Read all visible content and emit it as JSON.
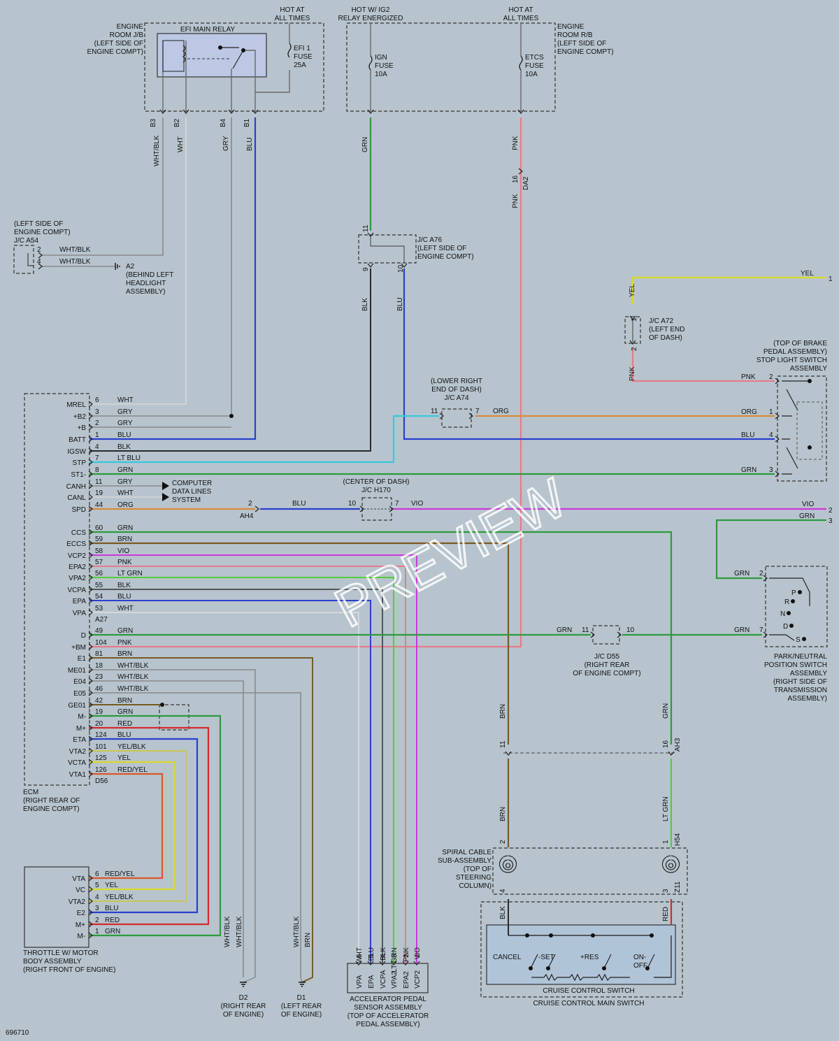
{
  "doc_id": "696710",
  "watermark": "PREVIEW",
  "power": {
    "hot_at_all_times_1": [
      "HOT AT",
      "ALL TIMES"
    ],
    "hot_w_ig2": [
      "HOT W/ IG2",
      "RELAY ENERGIZED"
    ],
    "hot_at_all_times_2": [
      "HOT AT",
      "ALL TIMES"
    ],
    "engine_room_jb": [
      "ENGINE",
      "ROOM J/B",
      "(LEFT SIDE OF",
      "ENGINE COMPT)"
    ],
    "efi_main_relay": "EFI MAIN RELAY",
    "efi1_fuse": [
      "EFI 1",
      "FUSE",
      "25A"
    ],
    "ign_fuse": [
      "IGN",
      "FUSE",
      "10A"
    ],
    "etcs_fuse": [
      "ETCS",
      "FUSE",
      "10A"
    ],
    "engine_room_rb": [
      "ENGINE",
      "ROOM R/B",
      "(LEFT SIDE OF",
      "ENGINE COMPT)"
    ],
    "jb_pins": [
      "B3",
      "B2",
      "B4",
      "B1"
    ],
    "jb_wires": [
      "WHT/BLK",
      "WHT",
      "GRY",
      "BLU"
    ],
    "grn": "GRN",
    "pnk": "PNK",
    "da2": "DA2",
    "pin16": "16"
  },
  "connectors": {
    "a54": [
      "(LEFT SIDE OF",
      "ENGINE COMPT)",
      "J/C A54"
    ],
    "a54_pins": [
      "2",
      "4"
    ],
    "a54_wires": [
      "WHT/BLK",
      "WHT/BLK"
    ],
    "a2": [
      "A2",
      "(BEHIND LEFT",
      "HEADLIGHT",
      "ASSEMBLY)"
    ],
    "a76": [
      "J/C A76",
      "(LEFT SIDE OF",
      "ENGINE COMPT)"
    ],
    "a76_pins": [
      "11",
      "9",
      "10"
    ],
    "a76_wires": [
      "BLK",
      "BLU"
    ],
    "a72": [
      "J/C A72",
      "(LEFT END",
      "OF DASH)"
    ],
    "a72_pins": [
      "1",
      "2"
    ],
    "a72_wires": [
      "YEL",
      "PNK"
    ],
    "a74": [
      "(LOWER RIGHT",
      "END OF DASH)",
      "J/C A74"
    ],
    "a74_pins": [
      "11",
      "7"
    ],
    "a74_wire": "ORG",
    "h170": [
      "(CENTER OF DASH)",
      "J/C H170"
    ],
    "h170_pins": [
      "10",
      "7"
    ],
    "ah4_pin": "2",
    "ah4": "AH4",
    "h170_wires": [
      "BLU",
      "VIO"
    ],
    "d55": [
      "J/C D55",
      "(RIGHT REAR",
      "OF ENGINE COMPT)"
    ],
    "d55_pins": [
      "11",
      "10"
    ],
    "d55_wires": [
      "GRN",
      "GRN"
    ],
    "ah3_pins": [
      "11",
      "16"
    ],
    "ah3": "AH3",
    "ah3_wires_top": [
      "BRN",
      "GRN"
    ],
    "ah3_wires_bottom": [
      "BRN",
      "LT GRN"
    ],
    "h54": "H54",
    "z11": "Z11"
  },
  "ecm": {
    "label": [
      "ECM",
      "(RIGHT REAR OF",
      "ENGINE COMPT)"
    ],
    "a27": "A27",
    "d56": "D56",
    "rows": [
      {
        "term": "MREL",
        "pin": "6",
        "wire": "WHT"
      },
      {
        "term": "+B2",
        "pin": "3",
        "wire": "GRY"
      },
      {
        "term": "+B",
        "pin": "2",
        "wire": "GRY"
      },
      {
        "term": "BATT",
        "pin": "1",
        "wire": "BLU"
      },
      {
        "term": "IGSW",
        "pin": "4",
        "wire": "BLK"
      },
      {
        "term": "STP",
        "pin": "7",
        "wire": "LT BLU"
      },
      {
        "term": "ST1-",
        "pin": "8",
        "wire": "GRN"
      },
      {
        "term": "CANH",
        "pin": "11",
        "wire": "GRY"
      },
      {
        "term": "CANL",
        "pin": "19",
        "wire": "WHT"
      },
      {
        "term": "SPD",
        "pin": "44",
        "wire": "ORG"
      },
      {
        "term": "CCS",
        "pin": "60",
        "wire": "GRN"
      },
      {
        "term": "ECCS",
        "pin": "59",
        "wire": "BRN"
      },
      {
        "term": "VCP2",
        "pin": "58",
        "wire": "VIO"
      },
      {
        "term": "EPA2",
        "pin": "57",
        "wire": "PNK"
      },
      {
        "term": "VPA2",
        "pin": "56",
        "wire": "LT GRN"
      },
      {
        "term": "VCPA",
        "pin": "55",
        "wire": "BLK"
      },
      {
        "term": "EPA",
        "pin": "54",
        "wire": "BLU"
      },
      {
        "term": "VPA",
        "pin": "53",
        "wire": "WHT"
      },
      {
        "term": "D",
        "pin": "49",
        "wire": "GRN"
      },
      {
        "term": "+BM",
        "pin": "104",
        "wire": "PNK"
      },
      {
        "term": "E1",
        "pin": "81",
        "wire": "BRN"
      },
      {
        "term": "ME01",
        "pin": "18",
        "wire": "WHT/BLK"
      },
      {
        "term": "E04",
        "pin": "23",
        "wire": "WHT/BLK"
      },
      {
        "term": "E05",
        "pin": "46",
        "wire": "WHT/BLK"
      },
      {
        "term": "GE01",
        "pin": "42",
        "wire": "BRN"
      },
      {
        "term": "M-",
        "pin": "19",
        "wire": "GRN"
      },
      {
        "term": "M+",
        "pin": "20",
        "wire": "RED"
      },
      {
        "term": "ETA",
        "pin": "124",
        "wire": "BLU"
      },
      {
        "term": "VTA2",
        "pin": "101",
        "wire": "YEL/BLK"
      },
      {
        "term": "VCTA",
        "pin": "125",
        "wire": "YEL"
      },
      {
        "term": "VTA1",
        "pin": "126",
        "wire": "RED/YEL"
      }
    ],
    "computer_data": [
      "COMPUTER",
      "DATA LINES",
      "SYSTEM"
    ]
  },
  "throttle": {
    "label": [
      "THROTTLE W/ MOTOR",
      "BODY ASSEMBLY",
      "(RIGHT FRONT OF ENGINE)"
    ],
    "rows": [
      {
        "term": "VTA",
        "pin": "6",
        "wire": "RED/YEL"
      },
      {
        "term": "VC",
        "pin": "5",
        "wire": "YEL"
      },
      {
        "term": "VTA2",
        "pin": "4",
        "wire": "YEL/BLK"
      },
      {
        "term": "E2",
        "pin": "3",
        "wire": "BLU"
      },
      {
        "term": "M+",
        "pin": "2",
        "wire": "RED"
      },
      {
        "term": "M-",
        "pin": "1",
        "wire": "GRN"
      }
    ]
  },
  "grounds": {
    "d2": [
      "D2",
      "(RIGHT REAR",
      "OF ENGINE)"
    ],
    "d1": [
      "D1",
      "(LEFT REAR",
      "OF ENGINE)"
    ],
    "d2_wires": [
      "WHT/BLK",
      "WHT/BLK"
    ],
    "d1_wires": [
      "WHT/BLK",
      "BRN"
    ]
  },
  "accel": {
    "label": [
      "ACCELERATOR PEDAL",
      "SENSOR ASSEMBLY",
      "(TOP OF ACCELERATOR",
      "PEDAL ASSEMBLY)"
    ],
    "terms": [
      "VPA",
      "EPA",
      "VCPA",
      "VPA2",
      "EPA2",
      "VCP2"
    ],
    "pins": [
      "6",
      "5",
      "4",
      "3",
      "2",
      "1"
    ],
    "wires": [
      "WHT",
      "BLU",
      "BLK",
      "LT GRN",
      "PNK",
      "VIO"
    ]
  },
  "stop_light": {
    "label": [
      "(TOP OF BRAKE",
      "PEDAL ASSEMBLY)",
      "STOP LIGHT SWITCH",
      "ASSEMBLY"
    ],
    "pins": [
      "2",
      "1",
      "4",
      "3"
    ],
    "wires": [
      "PNK",
      "ORG",
      "BLU",
      "GRN"
    ]
  },
  "park_neutral": {
    "label": [
      "PARK/NEUTRAL",
      "POSITION SWITCH",
      "ASSEMBLY",
      "(RIGHT SIDE OF",
      "TRANSMISSION",
      "ASSEMBLY)"
    ],
    "positions": [
      "P",
      "R",
      "N",
      "D",
      "S"
    ],
    "pins": [
      "2",
      "7"
    ],
    "wires": [
      "GRN",
      "GRN"
    ]
  },
  "right_edge": {
    "refs": [
      "1",
      "2",
      "3"
    ],
    "wires": [
      "YEL",
      "VIO",
      "GRN"
    ]
  },
  "spiral": {
    "label": [
      "SPIRAL CABLE",
      "SUB-ASSEMBLY",
      "(TOP OF",
      "STEERING",
      "COLUMN)"
    ],
    "pins_top": [
      "2",
      "1"
    ],
    "pins_bottom": [
      "4",
      "3"
    ],
    "wires": [
      "BLK",
      "RED"
    ]
  },
  "cruise": {
    "switches": [
      "CANCEL",
      "-SET",
      "+RES",
      "ON-"
    ],
    "off": "OFF",
    "label1": "CRUISE CONTROL SWITCH",
    "label2": "CRUISE CONTROL MAIN SWITCH"
  },
  "colors": {
    "blu": "#2b3fcf",
    "grn": "#2e9a3c",
    "ltgrn": "#54cc3c",
    "pnk": "#e47c8a",
    "red": "#d42a2a",
    "yel": "#d9d92a",
    "vio": "#c93ad8",
    "org": "#d98a3a",
    "brn": "#7a5a22",
    "gry": "#6a6a6a",
    "wht": "#e8e8e8",
    "blk": "#2a2a2a",
    "ltblu": "#38c8dc"
  }
}
